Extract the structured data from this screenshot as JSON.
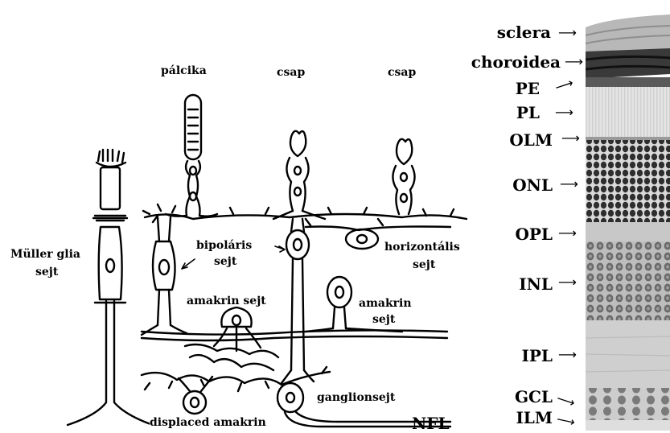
{
  "cell_labels": {
    "palcika": "pálcika",
    "csap1": "csap",
    "csap2": "csap",
    "muller_line1": "Müller glia",
    "muller_line2": "sejt",
    "bipolar_line1": "bipoláris",
    "bipolar_line2": "sejt",
    "horizontal_line1": "horizontális",
    "horizontal_line2": "sejt",
    "amakrin1": "amakrin sejt",
    "amakrin2_line1": "amakrin",
    "amakrin2_line2": "sejt",
    "ganglion": "ganglionsejt",
    "displaced": "displaced amakrin",
    "nfl": "NFL"
  },
  "layers": [
    {
      "name": "sclera"
    },
    {
      "name": "choroidea"
    },
    {
      "name": "PE"
    },
    {
      "name": "PL"
    },
    {
      "name": "OLM"
    },
    {
      "name": "ONL"
    },
    {
      "name": "OPL"
    },
    {
      "name": "INL"
    },
    {
      "name": "IPL"
    },
    {
      "name": "GCL"
    },
    {
      "name": "ILM"
    }
  ]
}
